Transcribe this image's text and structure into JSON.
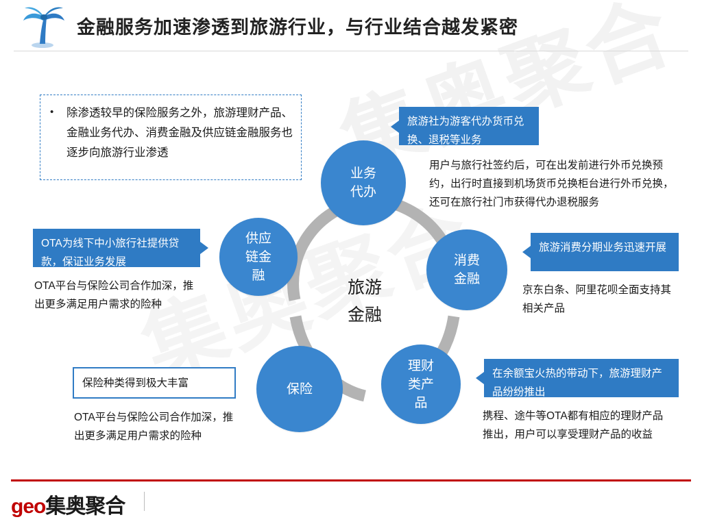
{
  "header": {
    "title": "金融服务加速渗透到旅游行业，与行业结合越发紧密",
    "logo_icon": "palm-tree-icon"
  },
  "watermark": {
    "text": "集奥聚合"
  },
  "intro_box": {
    "bullet": "•",
    "text": "除渗透较早的保险服务之外，旅游理财产品、金融业务代办、消费金融及供应链金融服务也逐步向旅游行业渗透"
  },
  "diagram": {
    "center": "旅游\n金融",
    "center_line1": "旅游",
    "center_line2": "金融",
    "nodes": [
      {
        "id": "business-agency",
        "label": "业务\n代办",
        "line1": "业务",
        "line2": "代办",
        "color": "#3a86cf"
      },
      {
        "id": "supply-chain-finance",
        "label": "供应\n链金\n融",
        "line1": "供应",
        "line2": "链金",
        "line3": "融",
        "color": "#3a86cf"
      },
      {
        "id": "consumer-finance",
        "label": "消费\n金融",
        "line1": "消费",
        "line2": "金融",
        "color": "#3a86cf"
      },
      {
        "id": "insurance",
        "label": "保险",
        "line1": "保险",
        "color": "#3a86cf"
      },
      {
        "id": "wealth-products",
        "label": "理财\n类产\n品",
        "line1": "理财",
        "line2": "类产",
        "line3": "品",
        "color": "#3a86cf"
      }
    ],
    "ring_color": "#b3b3b3"
  },
  "callouts": [
    {
      "id": "business-agency",
      "headline": "旅游社为游客代办货币兑换、退税等业务",
      "style": "solid",
      "note": "用户与旅行社签约后，可在出发前进行外币兑换预约，出行时直接到机场货币兑换柜台进行外币兑换，还可在旅行社门市获得代办退税服务"
    },
    {
      "id": "consumer-finance",
      "headline": "旅游消费分期业务迅速开展",
      "style": "solid",
      "note": "京东白条、阿里花呗全面支持其相关产品"
    },
    {
      "id": "wealth-products",
      "headline": "在余额宝火热的带动下，旅游理财产品纷纷推出",
      "style": "solid",
      "note": "携程、途牛等OTA都有相应的理财产品推出，用户可以享受理财产品的收益"
    },
    {
      "id": "insurance",
      "headline": "保险种类得到极大丰富",
      "style": "outline",
      "note": "OTA平台与保险公司合作加深，推出更多满足用户需求的险种"
    },
    {
      "id": "supply-chain-finance",
      "headline": "OTA为线下中小旅行社提供贷款，保证业务发展",
      "style": "solid",
      "note": "OTA平台与保险公司合作加深，推出更多满足用户需求的险种"
    }
  ],
  "footer": {
    "logo_en": "geo",
    "logo_cn": "集奥聚合"
  },
  "colors": {
    "accent_blue": "#2f7bc4",
    "node_blue": "#3a86cf",
    "footer_red": "#c00000",
    "ring_gray": "#b3b3b3"
  }
}
